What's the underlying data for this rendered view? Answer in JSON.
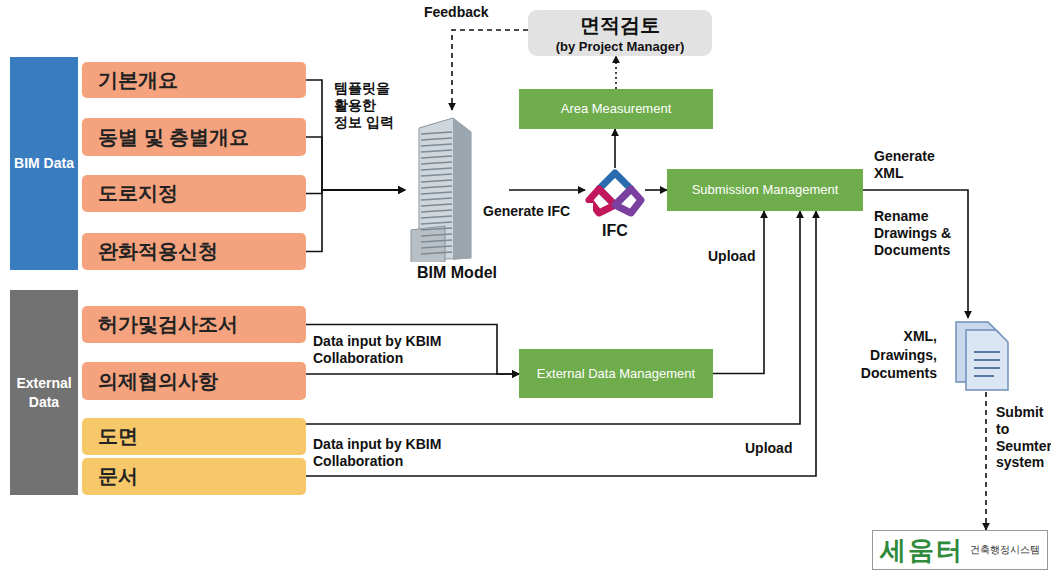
{
  "diagram": {
    "nodes": [
      {
        "text": [
          "BIM Data"
        ]
      },
      {
        "text": [
          "기본개요"
        ]
      },
      {
        "text": [
          "동별 및 층별개요"
        ]
      },
      {
        "text": [
          "도로지정"
        ]
      },
      {
        "text": [
          "완화적용신청"
        ]
      },
      {
        "text": [
          "BIM Model"
        ]
      },
      {
        "text": [
          "면적검토",
          "(by Project Manager)"
        ]
      },
      {
        "text": [
          "Area Measurement"
        ]
      },
      {
        "text": [
          "IFC"
        ]
      },
      {
        "text": [
          "Submission Management"
        ]
      },
      {
        "text": [
          "External Data"
        ]
      },
      {
        "text": [
          "허가및검사조서"
        ]
      },
      {
        "text": [
          "의제협의사항"
        ]
      },
      {
        "text": [
          "도면"
        ]
      },
      {
        "text": [
          "문서"
        ]
      },
      {
        "text": [
          "External Data Management"
        ]
      },
      {
        "text": [
          "XML, Drawings, Documents"
        ]
      },
      {
        "text": [
          "세움터",
          "건축행정시스템"
        ]
      }
    ],
    "edges": [
      {
        "from": 1,
        "to": 5,
        "arrow": "to"
      },
      {
        "from": 2,
        "to": 5,
        "arrow": "to"
      },
      {
        "from": 3,
        "to": 5,
        "arrow": "to"
      },
      {
        "from": 4,
        "to": 5,
        "arrow": "to"
      },
      {
        "from": 5,
        "to": 8,
        "label": "Generate IFC",
        "arrow": "to"
      },
      {
        "from": 8,
        "to": 7,
        "arrow": "to"
      },
      {
        "from": 8,
        "to": 9,
        "arrow": "to"
      },
      {
        "from": 7,
        "to": 6,
        "arrow": "to"
      },
      {
        "from": 6,
        "to": 5,
        "label": "Feedback",
        "arrow": "to"
      },
      {
        "from": 11,
        "to": 15,
        "label": "Data input by KBIM Collaboration",
        "arrow": "to"
      },
      {
        "from": 12,
        "to": 15,
        "arrow": "to"
      },
      {
        "from": 15,
        "to": 9,
        "label": "Upload",
        "arrow": "to"
      },
      {
        "from": 13,
        "to": 9,
        "label": "Upload",
        "arrow": "to"
      },
      {
        "from": 14,
        "to": 9,
        "label": "Data input by KBIM Collaboration",
        "arrow": "to"
      },
      {
        "from": 9,
        "to": 16,
        "label": "Generate XML",
        "arrow": "to"
      },
      {
        "from": 16,
        "to": 17,
        "label": "Submit to Seumter system",
        "arrow": "to"
      }
    ],
    "labels": [
      "템플릿을 활용한 정보 입력",
      "Rename Drawings & Documents"
    ]
  }
}
